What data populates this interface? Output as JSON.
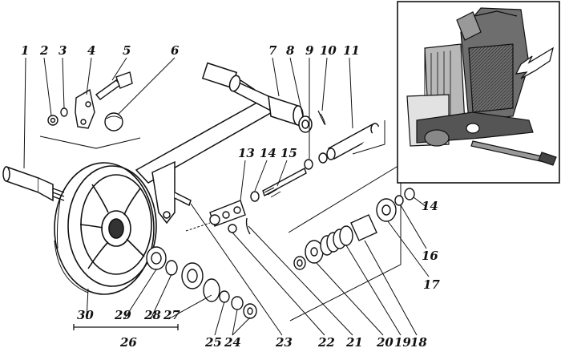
{
  "diagram": {
    "callouts": [
      "1",
      "2",
      "3",
      "4",
      "5",
      "6",
      "7",
      "8",
      "9",
      "10",
      "11",
      "13",
      "14",
      "15",
      "14",
      "16",
      "17",
      "18",
      "19",
      "20",
      "21",
      "22",
      "23",
      "24",
      "25",
      "26",
      "27",
      "28",
      "29",
      "30"
    ],
    "colors": {
      "ink": "#111111",
      "paper": "#ffffff",
      "shade": "#8a8a8a"
    },
    "inset": {
      "arrow_icon": "arrow-icon"
    }
  }
}
